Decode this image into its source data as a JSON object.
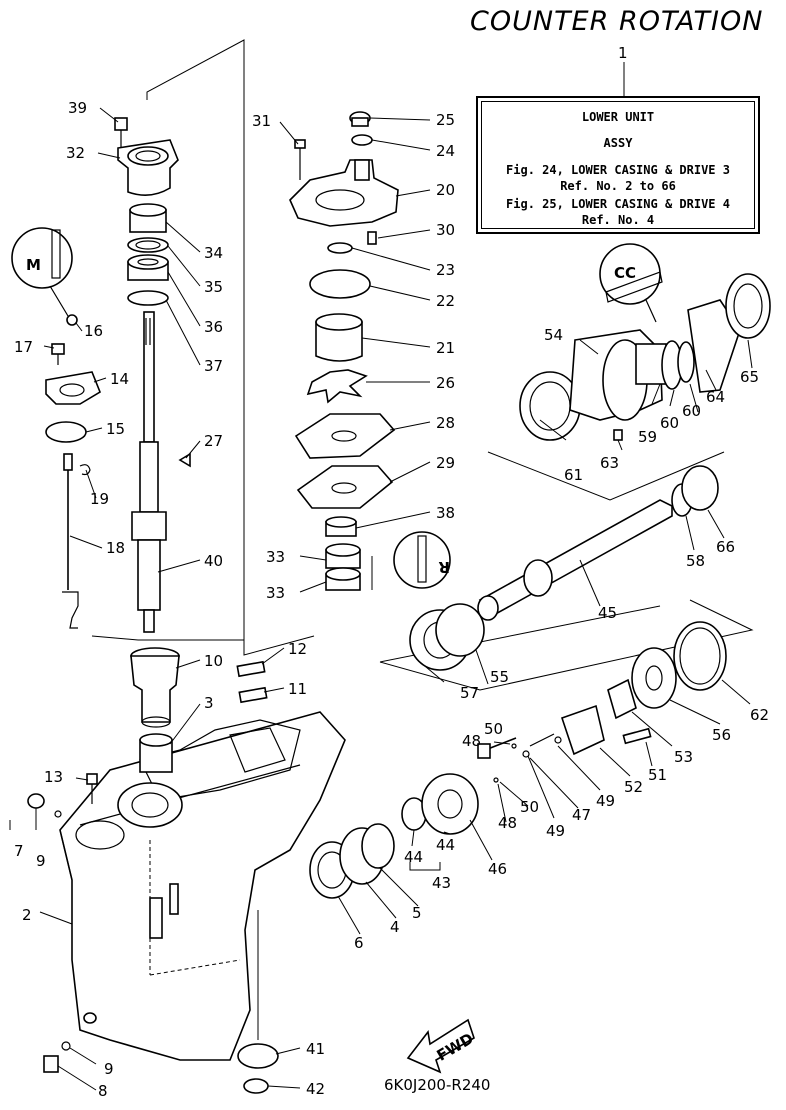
{
  "title": "COUNTER ROTATION",
  "info_box": {
    "number": "1",
    "line1": "LOWER UNIT",
    "line2": "ASSY",
    "line3": "Fig. 24, LOWER CASING & DRIVE 3",
    "line4": "Ref. No. 2 to 66",
    "line5": "Fig. 25, LOWER CASING & DRIVE 4",
    "line6": "Ref. No. 4"
  },
  "drawing_code": "6K0J200-R240",
  "fwd_label": "FWD",
  "callouts": {
    "c1": "1",
    "c2": "2",
    "c3": "3",
    "c4": "4",
    "c5": "5",
    "c6": "6",
    "c7": "7",
    "c8": "8",
    "c9a": "9",
    "c9b": "9",
    "c10": "10",
    "c11": "11",
    "c12": "12",
    "c13": "13",
    "c14": "14",
    "c15": "15",
    "c16": "16",
    "c17": "17",
    "c18": "18",
    "c19": "19",
    "c20": "20",
    "c21": "21",
    "c22": "22",
    "c23": "23",
    "c24": "24",
    "c25": "25",
    "c26": "26",
    "c27": "27",
    "c28": "28",
    "c29": "29",
    "c30": "30",
    "c31": "31",
    "c32": "32",
    "c33a": "33",
    "c33b": "33",
    "c34": "34",
    "c35": "35",
    "c36": "36",
    "c37": "37",
    "c38": "38",
    "c39": "39",
    "c40": "40",
    "c41": "41",
    "c42": "42",
    "c43": "43",
    "c44a": "44",
    "c44b": "44",
    "c45": "45",
    "c46": "46",
    "c47": "47",
    "c48a": "48",
    "c48b": "48",
    "c49a": "49",
    "c49b": "49",
    "c50a": "50",
    "c50b": "50",
    "c51": "51",
    "c52": "52",
    "c53": "53",
    "c54": "54",
    "c55": "55",
    "c56": "56",
    "c57": "57",
    "c58": "58",
    "c59": "59",
    "c60a": "60",
    "c60b": "60",
    "c61": "61",
    "c62": "62",
    "c63": "63",
    "c64": "64",
    "c65": "65",
    "c66": "66"
  }
}
